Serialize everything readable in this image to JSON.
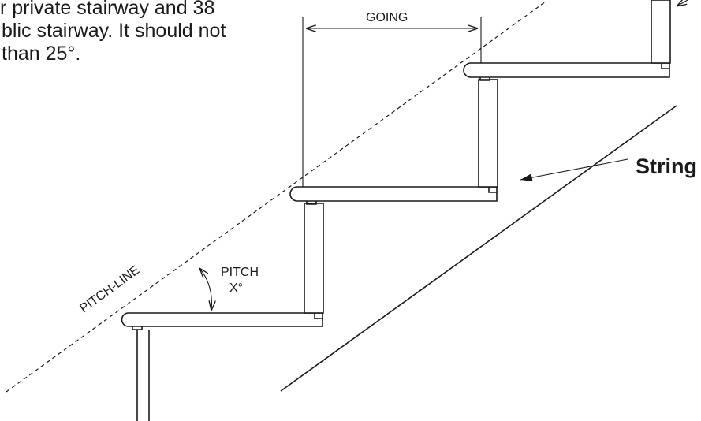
{
  "intro": {
    "lines": [
      "r private stairway and 38",
      "blic stairway. It should not",
      "than 25°."
    ]
  },
  "labels": {
    "going": "GOING",
    "pitch_line": "PITCH-LINE",
    "pitch": "PITCH",
    "pitch_angle": "X°",
    "string": "String"
  },
  "colors": {
    "ink": "#1a1a1a",
    "background": "#ffffff"
  }
}
